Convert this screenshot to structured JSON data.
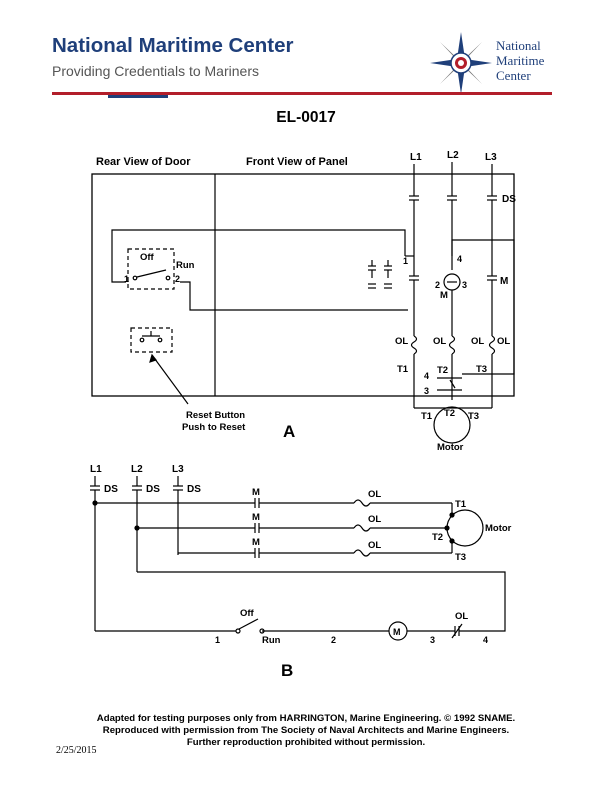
{
  "header": {
    "title": "National Maritime Center",
    "subtitle": "Providing Credentials to Mariners",
    "logo_text": [
      "National",
      "Maritime",
      "Center"
    ],
    "colors": {
      "navy": "#1f3f7a",
      "red": "#b21e2a"
    }
  },
  "doc_id": "EL-0017",
  "diagram_a": {
    "heading_rear": "Rear View of Door",
    "heading_front": "Front View of Panel",
    "lines": [
      "L1",
      "L2",
      "L3"
    ],
    "ds": "DS",
    "off": "Off",
    "run": "Run",
    "m": "M",
    "ol": "OL",
    "terminals": [
      "T1",
      "T2",
      "T3"
    ],
    "nums": [
      "1",
      "2",
      "3",
      "4"
    ],
    "reset_line1": "Reset Button",
    "reset_line2": "Push to Reset",
    "motor": "Motor",
    "label": "A"
  },
  "diagram_b": {
    "lines": [
      "L1",
      "L2",
      "L3"
    ],
    "ds": "DS",
    "m": "M",
    "ol": "OL",
    "terminals": [
      "T1",
      "T2",
      "T3"
    ],
    "motor": "Motor",
    "off": "Off",
    "run": "Run",
    "nums": [
      "1",
      "2",
      "3",
      "4"
    ],
    "label": "B"
  },
  "footer": {
    "line1": "Adapted for testing purposes only from HARRINGTON,  Marine Engineering. © 1992 SNAME.",
    "line2": "Reproduced with permission from The Society of Naval Architects and Marine Engineers.",
    "line3": "Further reproduction prohibited without permission.",
    "date": "2/25/2015"
  }
}
